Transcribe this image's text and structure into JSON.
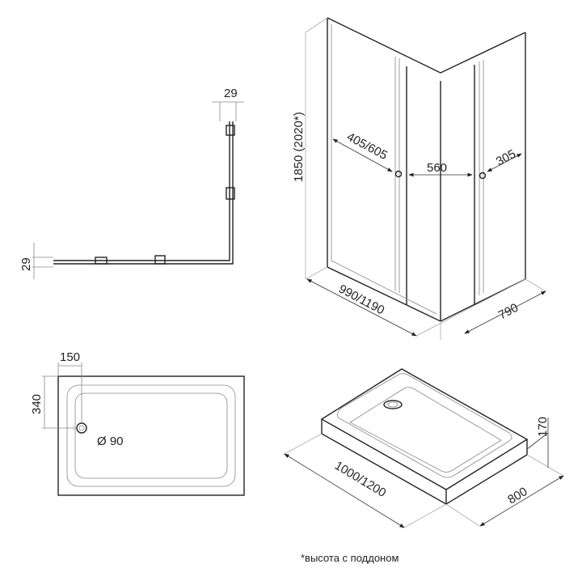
{
  "profile_view": {
    "top_width_label": "29",
    "side_width_label": "29"
  },
  "cabin_view": {
    "height_label": "1850 (2020*)",
    "left_door_label": "405/605",
    "center_opening_label": "560",
    "right_door_label": "305",
    "length_label": "990/1190",
    "depth_label": "790"
  },
  "tray_plan": {
    "drain_offset_x_label": "150",
    "drain_offset_y_label": "340",
    "drain_diameter_label": "Ø 90"
  },
  "tray_iso": {
    "length_label": "1000/1200",
    "width_label": "800",
    "height_label": "170"
  },
  "footnote": "*высота с поддоном"
}
